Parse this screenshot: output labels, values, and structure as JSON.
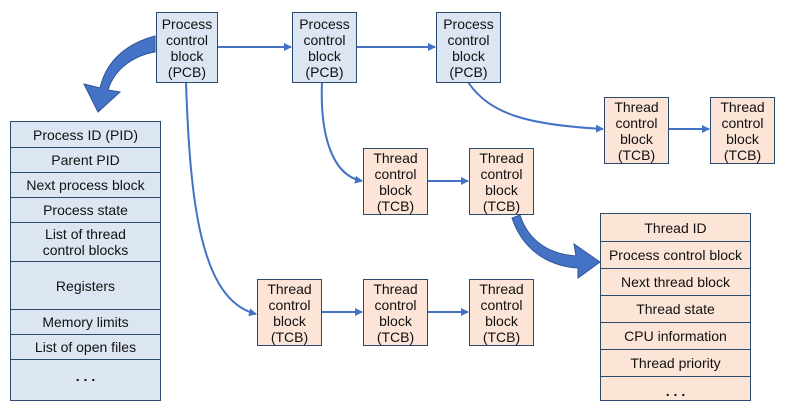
{
  "pcb_label": "Process control block (PCB)",
  "tcb_label": "Thread control block (TCB)",
  "pcb_lines": [
    "Process",
    "control",
    "block",
    "(PCB)"
  ],
  "tcb_lines": [
    "Thread",
    "control",
    "block",
    "(TCB)"
  ],
  "process_table": {
    "rows": [
      "Process ID (PID)",
      "Parent PID",
      "Next process block",
      "Process state",
      "List of thread control blocks",
      "Registers",
      "Memory limits",
      "List of open files",
      ". . ."
    ]
  },
  "thread_table": {
    "rows": [
      "Thread ID",
      "Process control block",
      "Next thread block",
      "Thread state",
      "CPU information",
      "Thread priority",
      ". . ."
    ]
  },
  "colors": {
    "pcb_fill": "#dce6f2",
    "tcb_fill": "#fce4d6",
    "arrow": "#4472c4",
    "border": "#2b4a6e"
  }
}
